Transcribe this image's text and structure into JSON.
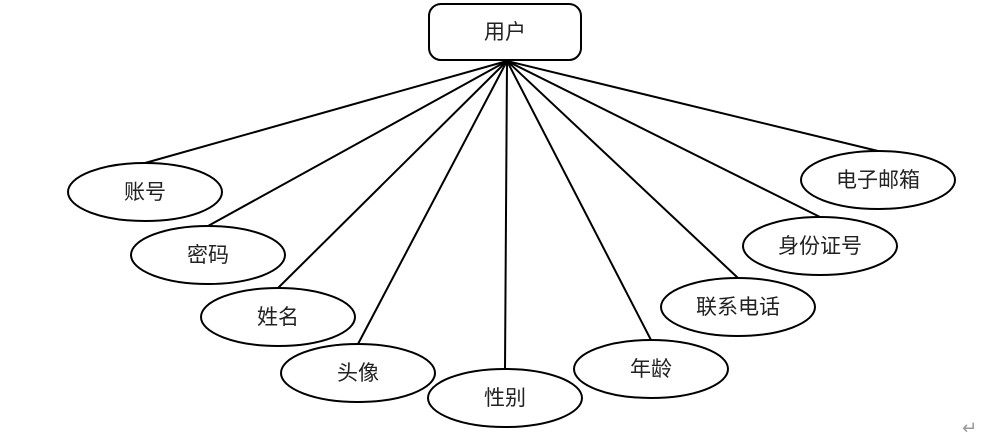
{
  "entity": {
    "label": "用户"
  },
  "attributes": [
    {
      "label": "账号"
    },
    {
      "label": "密码"
    },
    {
      "label": "姓名"
    },
    {
      "label": "头像"
    },
    {
      "label": "性别"
    },
    {
      "label": "年龄"
    },
    {
      "label": "联系电话"
    },
    {
      "label": "身份证号"
    },
    {
      "label": "电子邮箱"
    }
  ],
  "paragraph_mark": "↵"
}
